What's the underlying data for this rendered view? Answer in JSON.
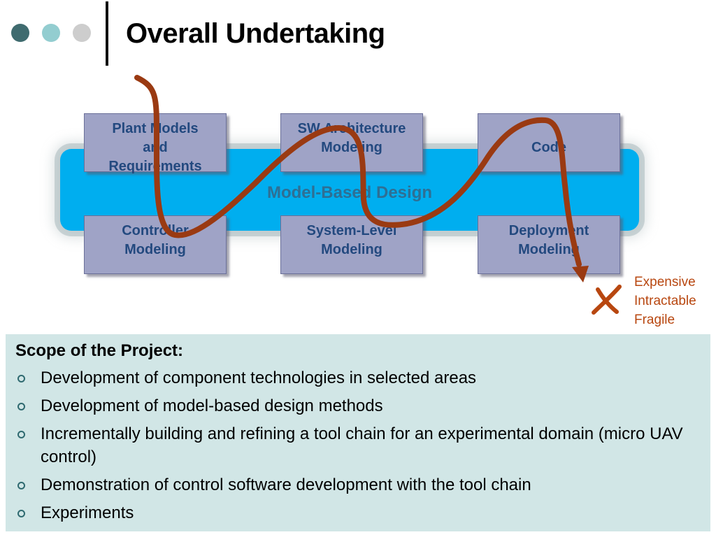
{
  "slide": {
    "title": "Overall Undertaking"
  },
  "diagram": {
    "center_label": "Model-Based Design",
    "top_boxes": [
      {
        "lines": [
          "Plant Models",
          "and",
          "Requirements"
        ]
      },
      {
        "lines": [
          "SW Architecture",
          "Modeling"
        ]
      },
      {
        "lines": [
          "Code"
        ]
      }
    ],
    "bottom_boxes": [
      {
        "lines": [
          "Controller",
          "Modeling"
        ]
      },
      {
        "lines": [
          "System-Level",
          "Modeling"
        ]
      },
      {
        "lines": [
          "Deployment",
          "Modeling"
        ]
      }
    ],
    "fail_mark": "X",
    "outcomes": [
      "Expensive",
      "Intractable",
      "Fragile"
    ],
    "colors": {
      "band": "#00aeef",
      "box_fill": "#9fa3c6",
      "box_text": "#23497f",
      "path_stroke": "#9a3a12",
      "outcome_text": "#b84710",
      "scope_bg": "#d1e6e6"
    }
  },
  "scope": {
    "title": "Scope of the Project:",
    "items": [
      "Development of component technologies in selected areas",
      "Development of model-based design methods",
      "Incrementally building and refining a tool chain for an experimental domain (micro UAV control)",
      "Demonstration of control software development with the tool chain",
      "Experiments"
    ]
  },
  "icons": {
    "bullet": "hollow-circle-bullet-icon",
    "header_dots": "three-circles-decoration-icon"
  }
}
